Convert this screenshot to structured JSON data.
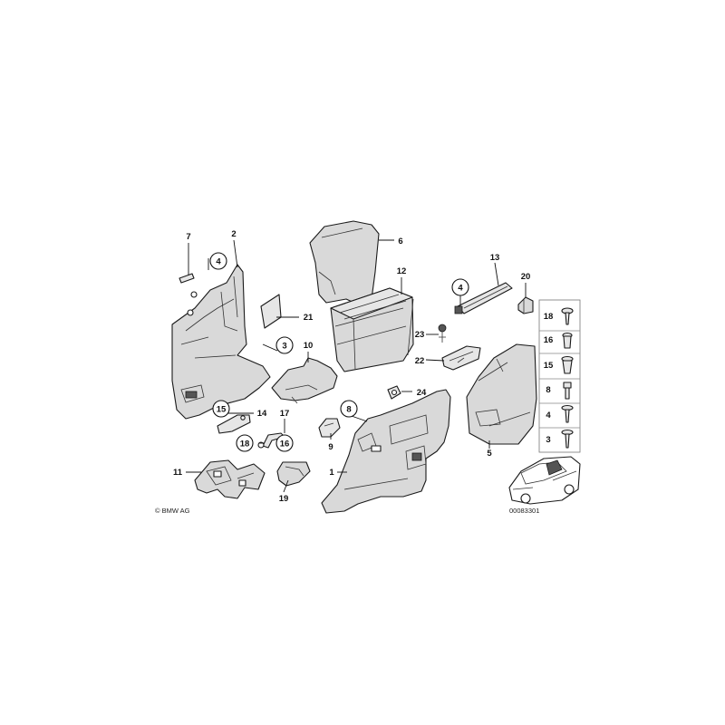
{
  "diagram": {
    "copyright": "© BMW AG",
    "doc_number": "00083301",
    "labels": {
      "l1": "1",
      "l2": "2",
      "l3": "3",
      "l4a": "4",
      "l4b": "4",
      "l5": "5",
      "l6": "6",
      "l7": "7",
      "l8": "8",
      "l9": "9",
      "l10": "10",
      "l11": "11",
      "l12": "12",
      "l13": "13",
      "l14": "14",
      "l15": "15",
      "l16": "16",
      "l17": "17",
      "l18": "18",
      "l19": "19",
      "l20": "20",
      "l21": "21",
      "l22": "22",
      "l23": "23",
      "l24": "24"
    },
    "fastener_panel": {
      "items": [
        "18",
        "16",
        "15",
        "8",
        "4",
        "3"
      ]
    }
  }
}
